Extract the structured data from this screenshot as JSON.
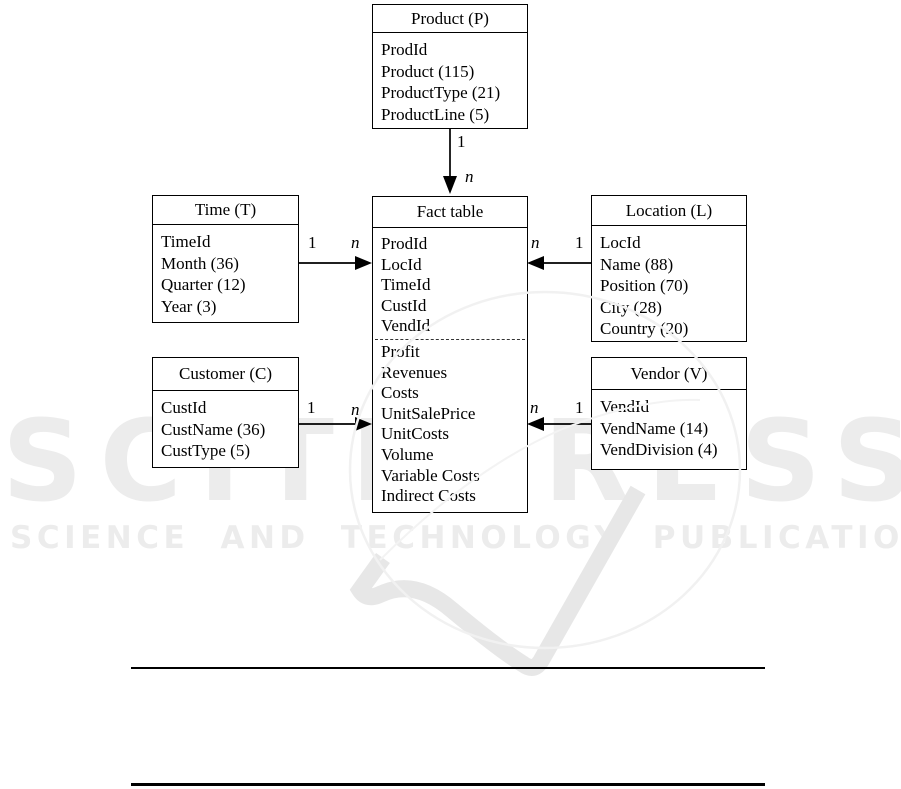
{
  "diagram": {
    "title_hint": "Star schema with fact table and five dimension tables",
    "entities": [
      {
        "id": "product",
        "title": "Product (P)",
        "attributes": [
          "ProdId",
          "Product (115)",
          "ProductType (21)",
          "ProductLine (5)"
        ]
      },
      {
        "id": "time",
        "title": "Time (T)",
        "attributes": [
          "TimeId",
          "Month (36)",
          "Quarter (12)",
          "Year (3)"
        ]
      },
      {
        "id": "fact",
        "title": "Fact table",
        "keys": [
          "ProdId",
          "LocId",
          "TimeId",
          "CustId",
          "VendId"
        ],
        "measures": [
          "Profit",
          "Revenues",
          "Costs",
          "UnitSalePrice",
          "UnitCosts",
          "Volume",
          "Variable Costs",
          "Indirect Costs"
        ]
      },
      {
        "id": "location",
        "title": "Location (L)",
        "attributes": [
          "LocId",
          "Name (88)",
          "Position (70)",
          "City (28)",
          "Country (20)"
        ]
      },
      {
        "id": "customer",
        "title": "Customer (C)",
        "attributes": [
          "CustId",
          "CustName (36)",
          "CustType (5)"
        ]
      },
      {
        "id": "vendor",
        "title": "Vendor (V)",
        "attributes": [
          "VendId",
          "VendName (14)",
          "VendDivision (4)"
        ]
      }
    ],
    "relations": [
      {
        "from": "Product (P)",
        "to": "Fact table",
        "source_label": "1",
        "target_label": "n"
      },
      {
        "from": "Time (T)",
        "to": "Fact table",
        "source_label": "1",
        "target_label": "n"
      },
      {
        "from": "Location (L)",
        "to": "Fact table",
        "source_label": "1",
        "target_label": "n"
      },
      {
        "from": "Customer (C)",
        "to": "Fact table",
        "source_label": "1",
        "target_label": "n"
      },
      {
        "from": "Vendor (V)",
        "to": "Fact table",
        "source_label": "1",
        "target_label": "n"
      }
    ]
  },
  "watermark": {
    "logo_text": "SCITEPRESS",
    "tagline": "SCIENCE AND TECHNOLOGY PUBLICATIONS",
    "color": "#ececec"
  },
  "colors": {
    "background": "#ffffff",
    "line": "#000000",
    "watermark": "#ececec"
  }
}
